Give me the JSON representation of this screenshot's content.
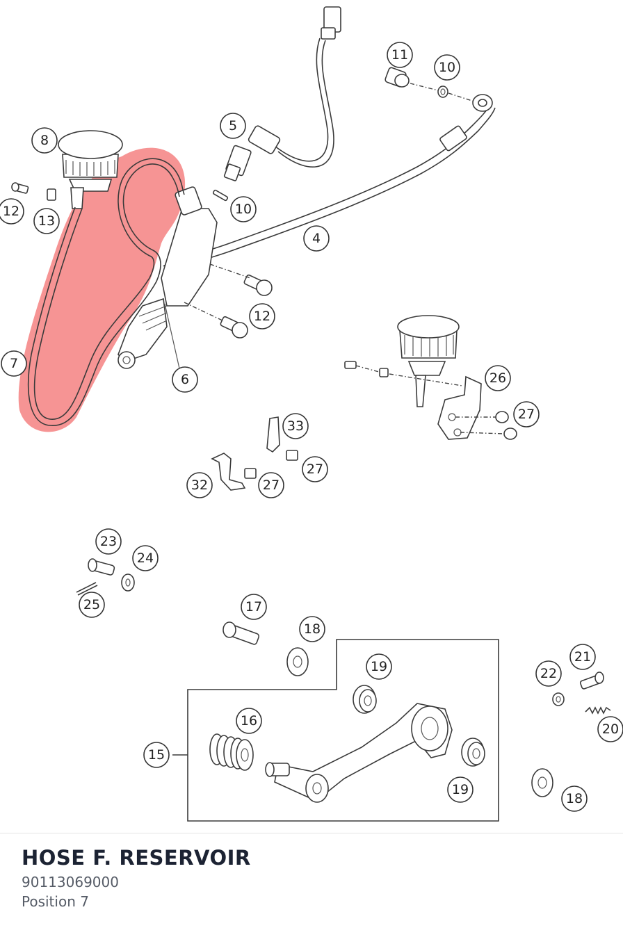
{
  "diagram": {
    "callouts": [
      "11",
      "10",
      "5",
      "8",
      "12",
      "13",
      "10",
      "4",
      "12",
      "6",
      "7",
      "26",
      "27",
      "33",
      "27",
      "32",
      "27",
      "23",
      "24",
      "25",
      "17",
      "18",
      "19",
      "16",
      "15",
      "19",
      "21",
      "22",
      "20",
      "18"
    ],
    "highlight_color": "#f26b6b"
  },
  "selected_part": {
    "title": "HOSE F. RESERVOIR",
    "part_number": "90113069000",
    "position_label": "Position 7"
  }
}
